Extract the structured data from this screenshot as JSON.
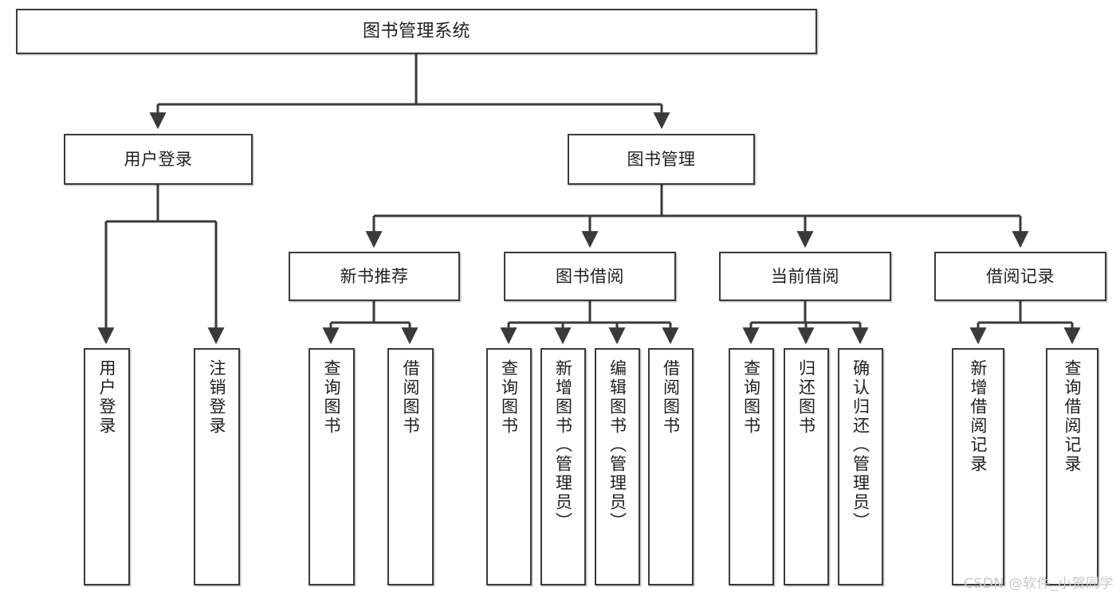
{
  "diagram": {
    "type": "tree",
    "title": "图书管理系统",
    "orientation": "top-down",
    "colors": {
      "box_border": "#3a3a3a",
      "box_fill": "#ffffff",
      "edge": "#3a3a3a",
      "text": "#1f1f1f",
      "watermark": "#c9c9c9"
    },
    "nodes": {
      "root": {
        "label": "图书管理系统"
      },
      "level1": [
        {
          "label": "用户登录"
        },
        {
          "label": "图书管理"
        }
      ],
      "level2": [
        {
          "label": "新书推荐"
        },
        {
          "label": "图书借阅"
        },
        {
          "label": "当前借阅"
        },
        {
          "label": "借阅记录"
        }
      ],
      "leaves": {
        "user_login": [
          {
            "label": "用户登录"
          },
          {
            "label": "注销登录"
          }
        ],
        "new_book_recommend": [
          {
            "label": "查询图书"
          },
          {
            "label": "借阅图书"
          }
        ],
        "book_borrow": [
          {
            "label": "查询图书"
          },
          {
            "label": "新增图书（管理员）"
          },
          {
            "label": "编辑图书（管理员）"
          },
          {
            "label": "借阅图书"
          }
        ],
        "current_borrow": [
          {
            "label": "查询图书"
          },
          {
            "label": "归还图书"
          },
          {
            "label": "确认归还（管理员）"
          }
        ],
        "borrow_record": [
          {
            "label": "新增借阅记录"
          },
          {
            "label": "查询借阅记录"
          }
        ]
      }
    }
  },
  "watermark": {
    "text": "CSDN @软件_小贺同学"
  }
}
